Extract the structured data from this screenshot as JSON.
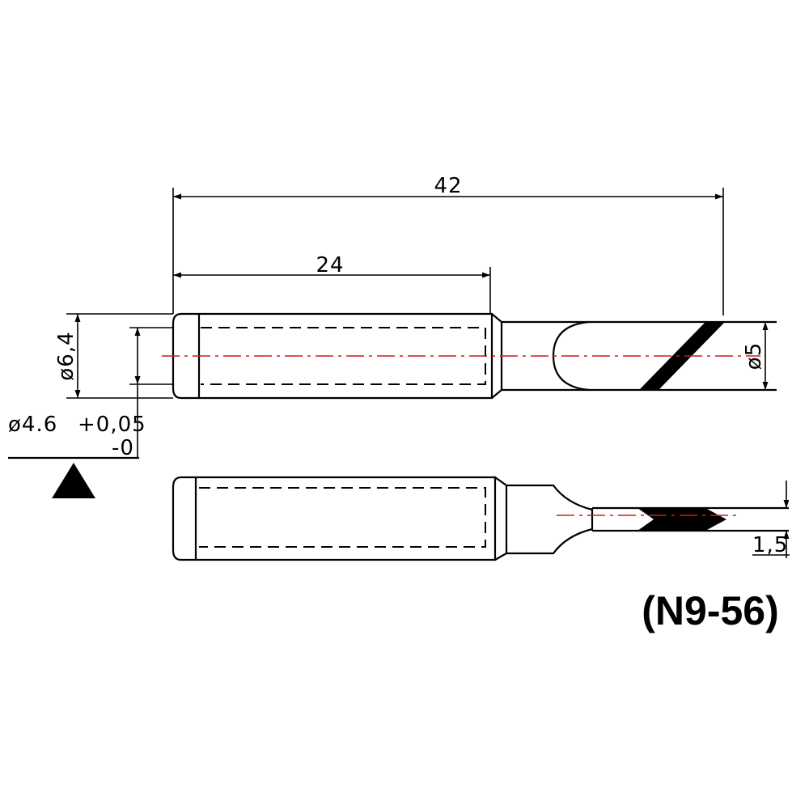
{
  "dimensions": {
    "overall_length": "42",
    "shank_length": "24",
    "shank_diameter": "ø6,4",
    "tip_diameter": "ø5",
    "tip_thickness": "1,5",
    "bore_diameter": "ø4.6",
    "tolerance_upper": "+0,05",
    "tolerance_lower": "-0"
  },
  "model_label": "(N9-56)",
  "colors": {
    "centerline": "#d11a1a",
    "ink": "#000000"
  }
}
